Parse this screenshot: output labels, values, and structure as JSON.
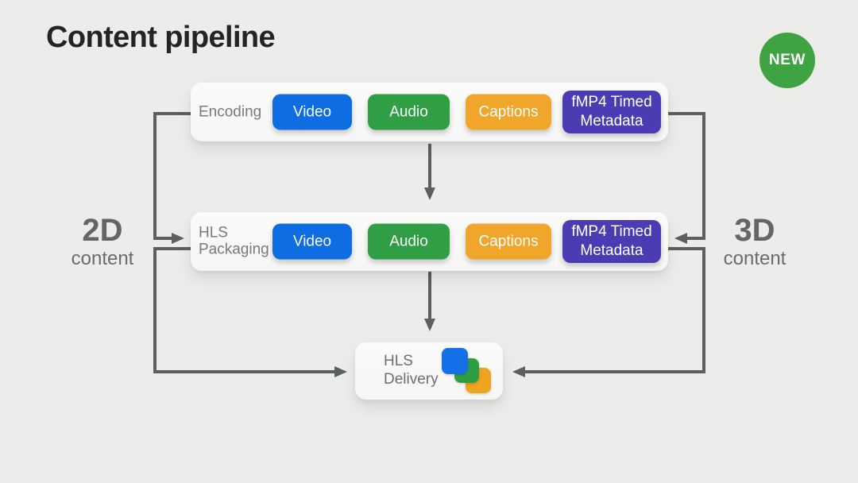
{
  "title": "Content pipeline",
  "badge": {
    "label": "NEW"
  },
  "colors": {
    "background": "#ececeb",
    "arrow": "#5a5f5f",
    "badge": "#3fa344",
    "video": "#0d6de1",
    "audio": "#2f9e44",
    "captions": "#f0a62a",
    "metadata": "#4b3cb4",
    "icon_blue": "#1470e8",
    "icon_green": "#2f9e43",
    "icon_yellow": "#eda41f"
  },
  "pipeline": {
    "rows": [
      {
        "label": "Encoding",
        "pills": [
          {
            "label": "Video"
          },
          {
            "label": "Audio"
          },
          {
            "label": "Captions"
          },
          {
            "label": "fMP4 Timed Metadata"
          }
        ]
      },
      {
        "label": "HLS Packaging",
        "pills": [
          {
            "label": "Video"
          },
          {
            "label": "Audio"
          },
          {
            "label": "Captions"
          },
          {
            "label": "fMP4 Timed Metadata"
          }
        ]
      }
    ],
    "delivery": {
      "label": "HLS Delivery"
    }
  },
  "side_labels": {
    "left": {
      "heading": "2D",
      "subheading": "content"
    },
    "right": {
      "heading": "3D",
      "subheading": "content"
    }
  }
}
